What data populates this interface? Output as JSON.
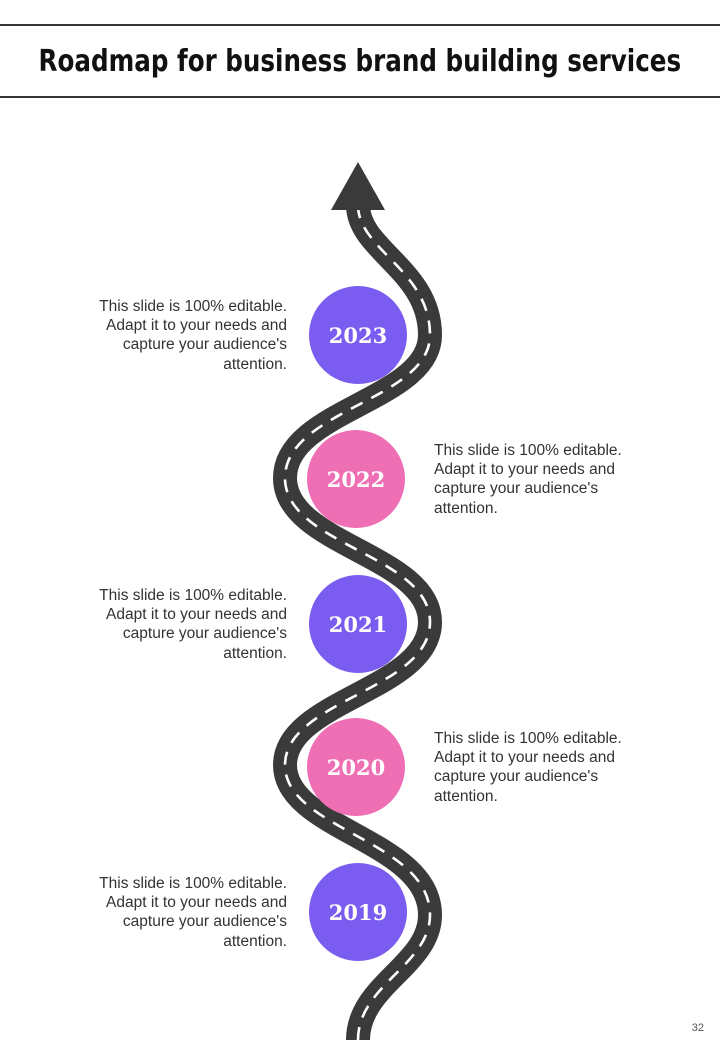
{
  "header": {
    "title": "Roadmap for business brand building services"
  },
  "colors": {
    "road": "#3a3a3a",
    "road_dash": "#ffffff",
    "purple": "#7b5cf0",
    "pink": "#ef6fb4",
    "text": "#333333"
  },
  "milestones": [
    {
      "year": "2023",
      "description": "This slide is 100% editable. Adapt it to your needs and capture your audience's attention.",
      "color": "#7b5cf0",
      "side": "left"
    },
    {
      "year": "2022",
      "description": "This slide is 100% editable. Adapt it to your needs and capture your audience's attention.",
      "color": "#ef6fb4",
      "side": "right"
    },
    {
      "year": "2021",
      "description": "This slide is 100% editable. Adapt it to your needs and capture your audience's attention.",
      "color": "#7b5cf0",
      "side": "left"
    },
    {
      "year": "2020",
      "description": "This slide is 100% editable. Adapt it to your needs and capture your audience's attention.",
      "color": "#ef6fb4",
      "side": "right"
    },
    {
      "year": "2019",
      "description": "This slide is 100% editable. Adapt it to your needs and capture your audience's attention.",
      "color": "#7b5cf0",
      "side": "left"
    }
  ],
  "footer": {
    "page_number": "32"
  }
}
